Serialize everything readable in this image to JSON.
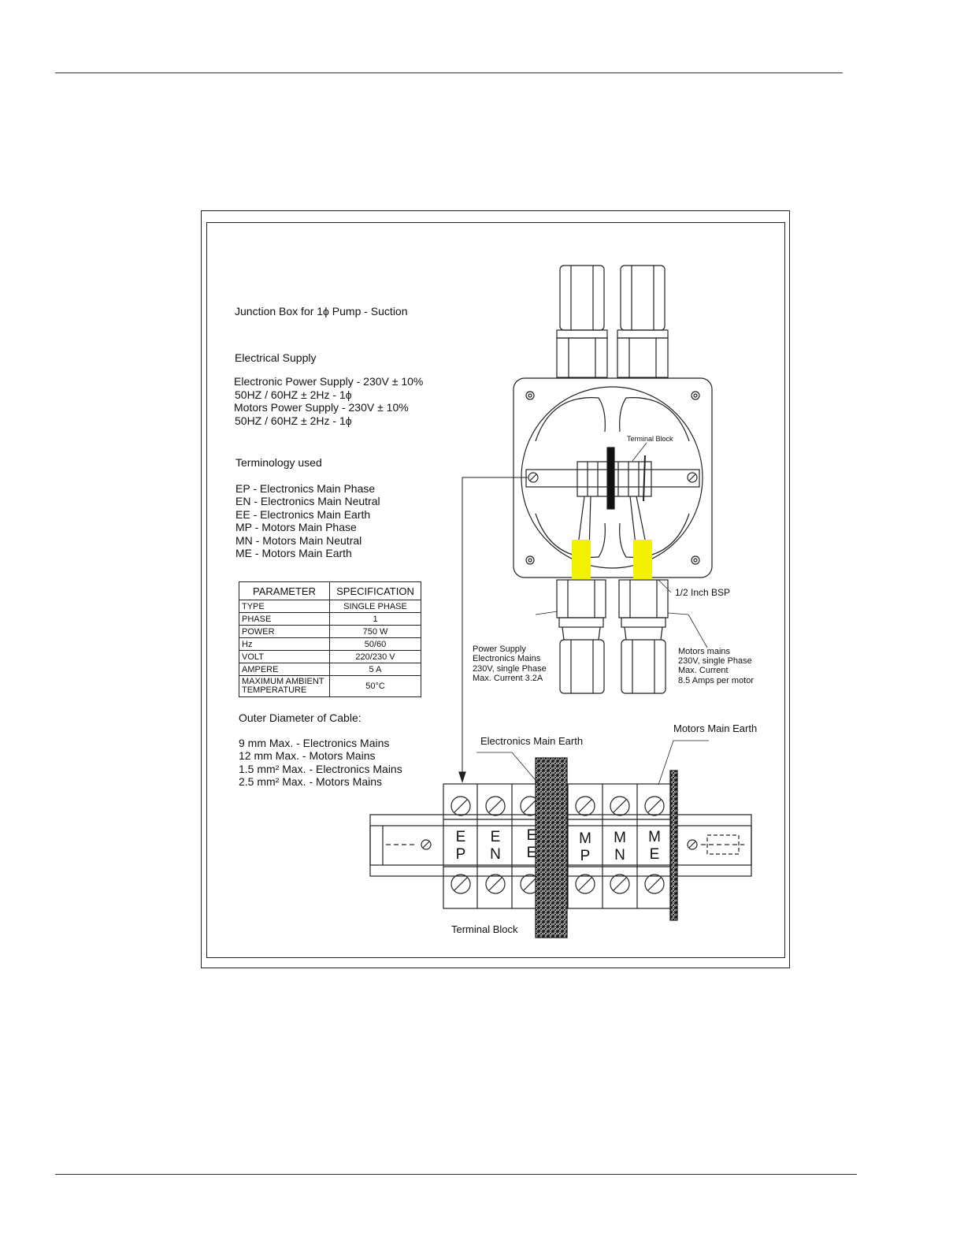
{
  "title": "Junction Box for 1ϕ Pump - Suction",
  "supply": {
    "heading": "Electrical Supply",
    "lines": [
      "Electronic Power Supply - 230V ± 10%",
      "50HZ / 60HZ  ±  2Hz - 1ϕ",
      "Motors Power Supply - 230V ±   10%",
      "50HZ / 60HZ  ±  2Hz  - 1ϕ"
    ]
  },
  "terminology": {
    "heading": "Terminology used",
    "items": [
      "EP  - Electronics Main Phase",
      "EN  - Electronics Main Neutral",
      "EE  - Electronics Main Earth",
      "MP  - Motors Main Phase",
      "MN  - Motors Main Neutral",
      "ME  - Motors Main Earth"
    ]
  },
  "spec_table": {
    "headers": [
      "PARAMETER",
      "SPECIFICATION"
    ],
    "rows": [
      [
        "TYPE",
        "SINGLE PHASE"
      ],
      [
        "PHASE",
        "1"
      ],
      [
        "POWER",
        "750 W"
      ],
      [
        "Hz",
        "50/60"
      ],
      [
        "VOLT",
        "220/230 V"
      ],
      [
        "AMPERE",
        "5 A"
      ],
      [
        "MAXIMUM AMBIENT TEMPERATURE",
        "50°C"
      ]
    ]
  },
  "cable": {
    "heading": "Outer Diameter of Cable:",
    "lines": [
      "9 mm Max. - Electronics Mains",
      "12 mm Max. - Motors Mains",
      "1.5 mm² Max. - Electronics Mains",
      "2.5 mm² Max. - Motors Mains"
    ]
  },
  "callouts": {
    "terminal_block_small": "Terminal Block",
    "bsp": "1/2 Inch BSP",
    "power_supply": [
      "Power Supply",
      "Electronics Mains",
      "230V, single Phase",
      "Max. Current 3.2A"
    ],
    "motors_mains": [
      "Motors mains",
      "230V, single Phase",
      "Max. Current",
      "8.5 Amps per motor"
    ],
    "electronics_earth": "Electronics Main Earth",
    "motors_earth": "Motors Main Earth",
    "terminal_block": "Terminal Block"
  },
  "terminals": [
    {
      "top": "E",
      "bottom": "P"
    },
    {
      "top": "E",
      "bottom": "N"
    },
    {
      "top": "E",
      "bottom": "E"
    },
    {
      "top": "M",
      "bottom": "P"
    },
    {
      "top": "M",
      "bottom": "N"
    },
    {
      "top": "M",
      "bottom": "E"
    }
  ],
  "colors": {
    "sleeve": "#f2f200",
    "line": "#222222"
  }
}
